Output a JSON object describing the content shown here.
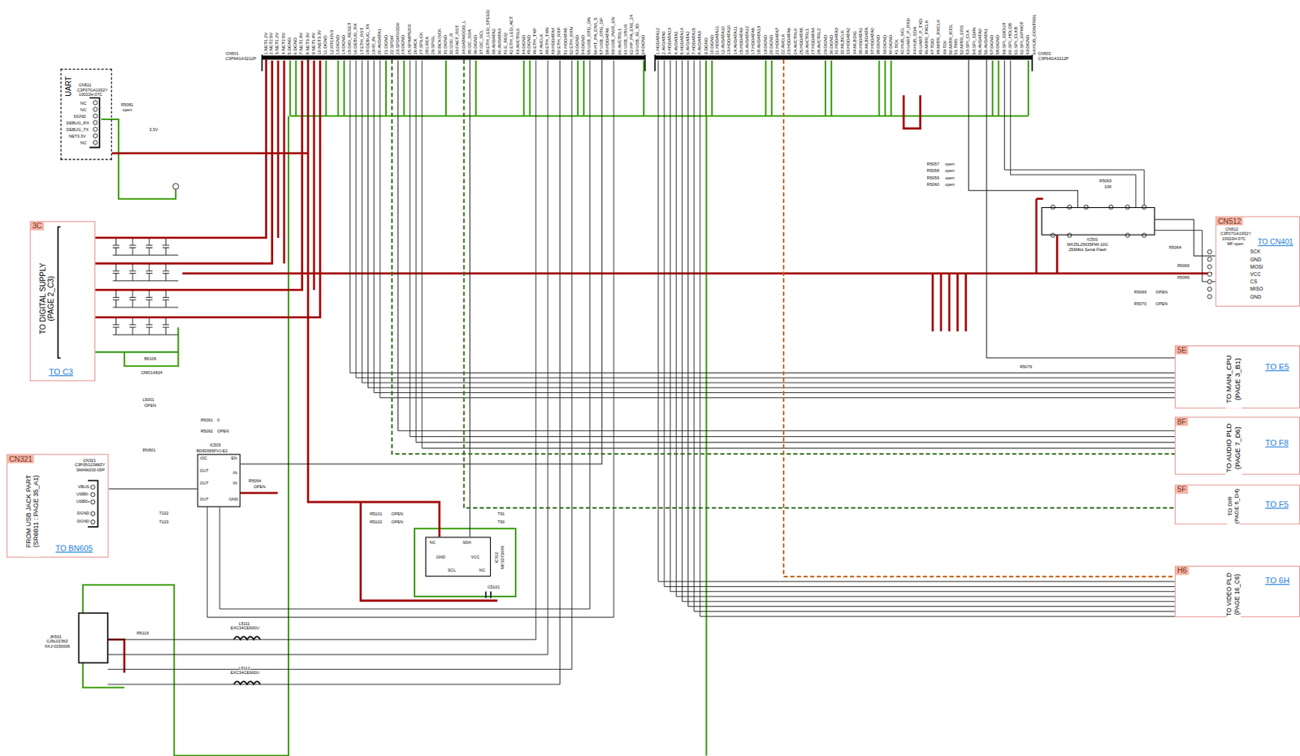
{
  "diagram": {
    "nodes": [
      {
        "text": [
          "UART"
        ]
      },
      {
        "text": [
          "CN501",
          "C3P64GA3212P"
        ]
      },
      {
        "text": [
          "CN502",
          "C3P64GA3212P"
        ]
      },
      {
        "text": [
          "3C",
          "TO DIGITAL SUPPLY (PAGE 2_C3)",
          "TO C3"
        ]
      },
      {
        "text": [
          "IC501",
          "MX25L25635FMI-10G",
          "256Mbit Serial Flash"
        ]
      },
      {
        "text": [
          "CN512",
          "TO CN401"
        ]
      },
      {
        "text": [
          "5E",
          "TO MAIN_CPU (PAGE 3_B1)",
          "TO E5"
        ]
      },
      {
        "text": [
          "8F",
          "TO AUDIO PLD (PAGE 7_D6)",
          "TO F8"
        ]
      },
      {
        "text": [
          "5F",
          "TO DIR (PAGE 6_D4)",
          "TO F5"
        ]
      },
      {
        "text": [
          "CN321",
          "FROM USB JACK PART (SR6011 : PAGE 35_A1)",
          "TO BN605"
        ]
      },
      {
        "text": [
          "IC503",
          "BD82065FVJ-E2"
        ]
      },
      {
        "text": [
          "IC502",
          "MP1D73K99"
        ]
      },
      {
        "text": [
          "H6",
          "TO VIDEO PLD (PAGE 16_C6)",
          "TO 6H"
        ]
      }
    ],
    "edges": [
      {
        "from": 1,
        "to": 3,
        "arrow": "none"
      },
      {
        "from": 1,
        "to": 0,
        "arrow": "none"
      },
      {
        "from": 1,
        "to": 10,
        "arrow": "none"
      },
      {
        "from": 10,
        "to": 9,
        "arrow": "none"
      },
      {
        "from": 1,
        "to": 11,
        "arrow": "none"
      },
      {
        "from": 2,
        "to": 4,
        "arrow": "none"
      },
      {
        "from": 4,
        "to": 5,
        "arrow": "none"
      },
      {
        "from": 1,
        "to": 7,
        "arrow": "none"
      },
      {
        "from": 1,
        "to": 8,
        "arrow": "none"
      },
      {
        "from": 2,
        "to": 12,
        "arrow": "none"
      },
      {
        "from": 2,
        "to": 6,
        "arrow": "none"
      }
    ],
    "labels": [
      "1.NET1.2V",
      "2.NET2.5V",
      "3.NET1.2V",
      "4.NET2.5V",
      "5.DGND",
      "6.DGND",
      "7.NET1.8V",
      "8.NET3.3V",
      "9.NET1.8V",
      "10.NET3.3V",
      "11.DGND",
      "12.RTCOV3",
      "13.DGND",
      "14.DGND",
      "15.DIO_RESET",
      "16.DEBUG_RX",
      "17.ETH_RST",
      "18.DEBUG_TX",
      "19.IR_IN",
      "20.AVDATA1",
      "21.DGND",
      "22.SPDIF",
      "23.SPDIF0/2DII",
      "24.DGND",
      "25.SPIMP5200",
      "26.MCK",
      "27.SPILCK",
      "28.LRCK",
      "29.SPISL",
      "30.BCK/SCK",
      "31.DGND",
      "32.I2S0_R",
      "33.FACT_RST",
      "34.DATA/ODD_L",
      "35.I2C_SDA",
      "36.DGND",
      "37.I2C_SCL",
      "38.ETH_LED_SPEED",
      "39.AVDATA2",
      "40.AVDATA3",
      "41.E_REQ",
      "42.ETH_LED_ACT",
      "43.AVCTRL0",
      "44.DGND",
      "45.DGND",
      "46.ETH_TXP",
      "47.AVCLK",
      "48.ETH_TXN",
      "49.HDDATA4",
      "50.ETH_RXP",
      "51.HDDATA5",
      "52.ETH_RXN",
      "53.DGND",
      "54.DGND",
      "55.USB_OTG_DN",
      "56.HT_PA_EN1_5",
      "57.USB_OTG_DP",
      "58.HDDATA6",
      "59.USB_PWR_EN",
      "60.AVCTRL1",
      "61.USB_VBUS",
      "62.HP_PA_EN1_24",
      "63.USB_ID_3D",
      "64.DGND",
      "1.HDDATA12",
      "2.AVDATA0",
      "3.HDDATA13",
      "4.AVDATA1",
      "5.HDDATA14",
      "6.AVDATA2",
      "7.HDDATA15",
      "8.AVDATA3",
      "9.DGND",
      "10.DGND",
      "11.HDDATA11",
      "12.AVDATA10",
      "13.HDDATA10",
      "14.AVDATA11",
      "15.HDDATA9",
      "16.AVDATA12",
      "17.HDDATA8",
      "18.AVDATA13",
      "19.DGND",
      "20.DGND",
      "21.HDDATA7",
      "22.AVCLK",
      "23.HDDATA6",
      "24.AVCTRL0",
      "25.HDDATA5",
      "26.AVCTRL1",
      "27.HDDATA4",
      "28.AVCTRL2",
      "29.DGND",
      "30.DGND",
      "31.HDDATA3",
      "32.MLBCLK",
      "33.HDDATA2",
      "34.MLBSIG",
      "35.HDDATA1",
      "36.MLBDATA",
      "37.HDDATA0",
      "38.DGND",
      "39.DGND",
      "40.DGND",
      "41.TCK",
      "42.HUB_SCL",
      "43.UART_P_RXD",
      "44.HUB_SDA",
      "45.UART_P_TXD",
      "46.MITR_TXCLK",
      "47.TDO",
      "48.MITR_RXCLK",
      "49.TDI",
      "50.MITR_ICOL",
      "51.TMS",
      "52.MITR_CRS",
      "53.SPI_CLK",
      "54.SPI_SDIN",
      "55.AVDATA0",
      "56.AVDATA1",
      "57.DGND",
      "58.DGND",
      "59.SPI_SDOUT",
      "60.SPI_HOLDB",
      "61.SPI_CLKB",
      "62.SPI_WPROT",
      "63.DGND",
      "64.HUB_CONTROL",
      "CN511",
      "C3P07GA1932Y",
      "10022H-07C",
      "NC",
      "NC",
      "DGND",
      "DEBUG_RX",
      "DEBUG_TX",
      "NET3.3V",
      "NC",
      "R5081",
      "open",
      "3.3V",
      "B6106",
      "CMD1A824",
      "L5001",
      "OPEN",
      "RN501",
      "R5091",
      "0",
      "R5092",
      "OPEN",
      "/OC",
      "OUT",
      "OUT",
      "OUT",
      "EN",
      "IN",
      "IN",
      "GND",
      "R5094",
      "OPEN",
      "R5101",
      "OPEN",
      "R5102",
      "OPEN",
      "T91",
      "T90",
      "NC",
      "SCL",
      "SDA",
      "GND",
      "VCC",
      "NC",
      "C5101",
      "CN321",
      "C3P05G2388ZY",
      "SMAW200-05P",
      "VBUS",
      "USBD-",
      "USBD+",
      "DGND",
      "DGND",
      "T222",
      "T223",
      "JK501",
      "CJ9L0236Z",
      "KKJ-0150006",
      "R5115",
      "L5111",
      "EXC34CE900U",
      "L5112",
      "EXC34CE900U",
      "R5063",
      "10K",
      "R5057",
      "open",
      "R5058",
      "open",
      "R5059",
      "open",
      "R5060",
      "open",
      "CN512",
      "C3P07GA1932Y",
      "10022H-07C",
      "MF:open",
      "SCK",
      "GND",
      "MOSI",
      "VCC",
      "CS",
      "MISO",
      "GND",
      "R5064",
      "R5065",
      "R5066",
      "R5069",
      "OPEN",
      "R5070",
      "OPEN",
      "R5076"
    ]
  }
}
